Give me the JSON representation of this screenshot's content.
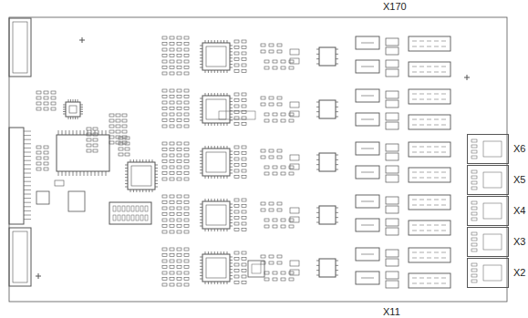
{
  "diagram": {
    "nodes": [
      {
        "text": [
          "X6"
        ]
      },
      {
        "text": [
          "X5"
        ]
      },
      {
        "text": [
          "X4"
        ]
      },
      {
        "text": [
          "X3"
        ]
      },
      {
        "text": [
          "X2"
        ]
      }
    ],
    "labels": [
      "X170",
      "X11"
    ]
  }
}
